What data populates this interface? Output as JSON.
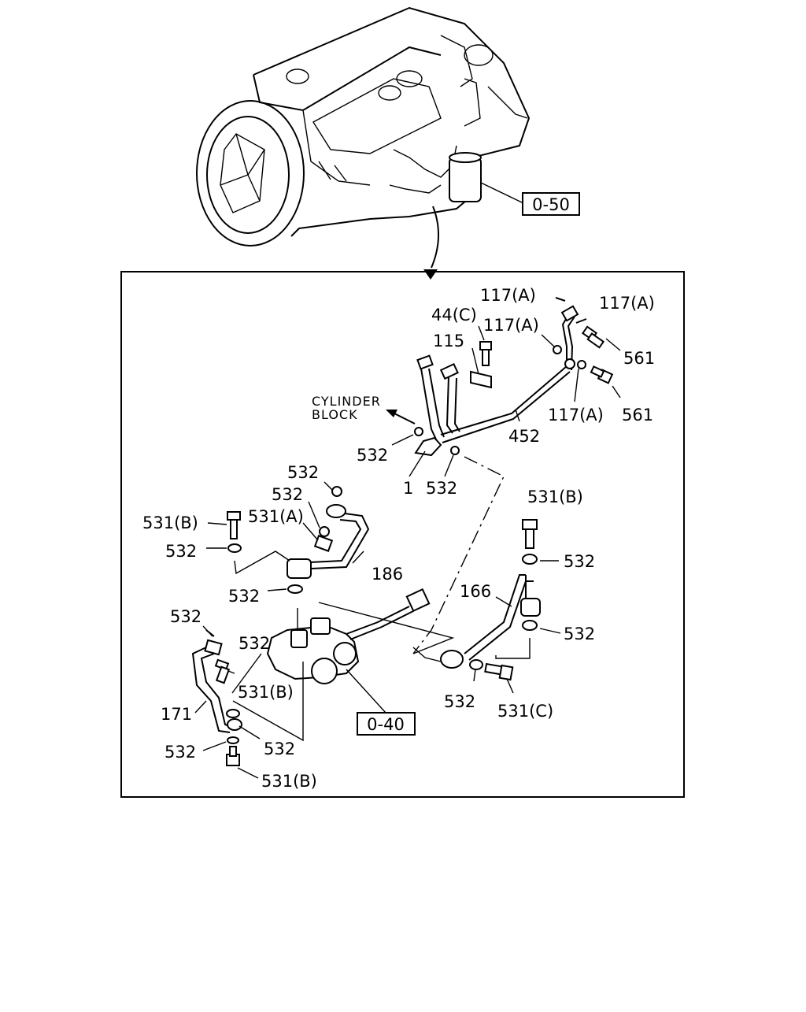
{
  "diagram": {
    "overview_reference": "0-50",
    "pump_reference": "0-40",
    "note": {
      "line1": "CYLINDER",
      "line2": "BLOCK"
    },
    "callouts": {
      "c117a_1": "117(A)",
      "c117a_2": "117(A)",
      "c117a_3": "117(A)",
      "c117a_4": "117(A)",
      "c44c": "44(C)",
      "c115": "115",
      "c561_1": "561",
      "c561_2": "561",
      "c452": "452",
      "c532_top_left": "532",
      "c1": "1",
      "c532_top_mid": "532",
      "c532_a": "532",
      "c532_b": "532",
      "c531b_left": "531(B)",
      "c531a": "531(A)",
      "c532_c": "532",
      "c186": "186",
      "c532_d": "532",
      "c531b_right": "531(B)",
      "c532_e": "532",
      "c166": "166",
      "c532_f": "532",
      "c532_g": "532",
      "c532_h": "532",
      "c531b_mid": "531(B)",
      "c171": "171",
      "c532_i": "532",
      "c532_j": "532",
      "c532_k": "532",
      "c531c": "531(C)",
      "c531b_bottom": "531(B)"
    }
  }
}
